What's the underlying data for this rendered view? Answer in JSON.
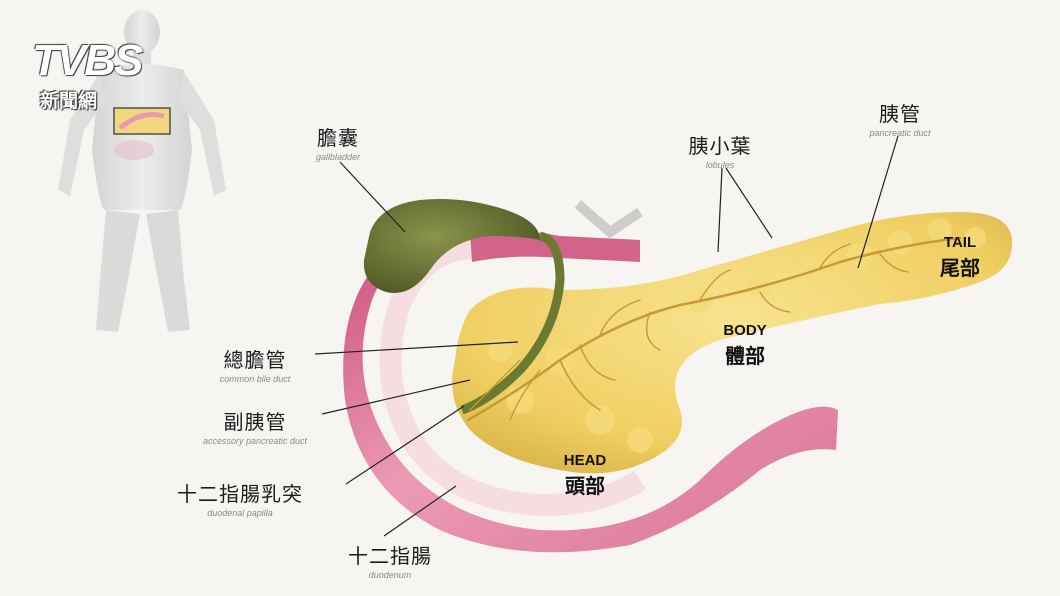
{
  "logo": {
    "brand": "TVBS",
    "subtitle": "新聞網"
  },
  "labels": {
    "gallbladder": {
      "zh": "膽囊",
      "en": "gallbladder"
    },
    "lobules": {
      "zh": "胰小葉",
      "en": "lobules"
    },
    "pancreatic_duct": {
      "zh": "胰管",
      "en": "pancreatic duct"
    },
    "common_bile_duct": {
      "zh": "總膽管",
      "en": "common bile duct"
    },
    "accessory_duct": {
      "zh": "副胰管",
      "en": "accessory pancreatic duct"
    },
    "duodenal_papilla": {
      "zh": "十二指腸乳突",
      "en": "duodenal papilla"
    },
    "duodenum": {
      "zh": "十二指腸",
      "en": "duodenum"
    }
  },
  "parts": {
    "tail": {
      "en": "TAIL",
      "zh": "尾部"
    },
    "body": {
      "en": "BODY",
      "zh": "體部"
    },
    "head": {
      "en": "HEAD",
      "zh": "頭部"
    }
  },
  "colors": {
    "pancreas": "#f1d36a",
    "duodenum": "#e58aa6",
    "gallbladder": "#5f6a2c",
    "ducts": "#c8a03a"
  }
}
